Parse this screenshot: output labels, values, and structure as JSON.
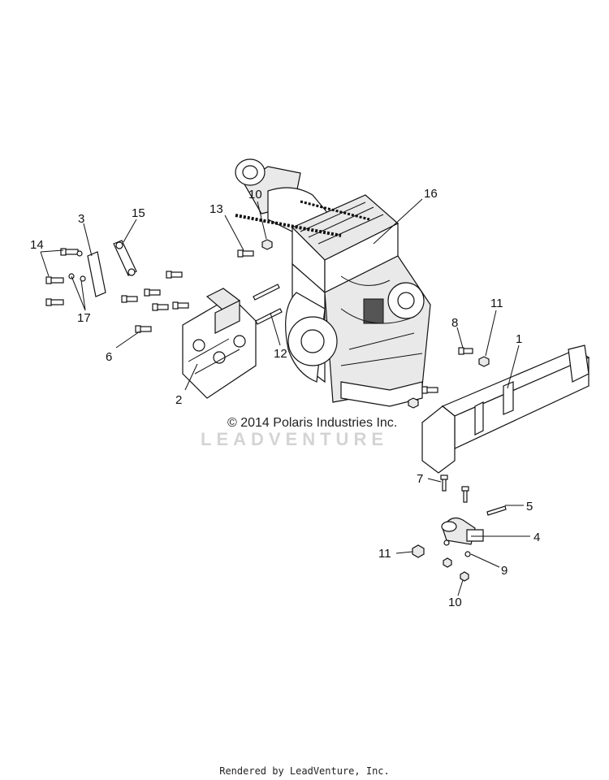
{
  "copyright": "© 2014 Polaris Industries Inc.",
  "watermark": "LEADVENTURE",
  "footer": "Rendered by LeadVenture, Inc.",
  "callouts": {
    "c1": "1",
    "c2": "2",
    "c3": "3",
    "c4": "4",
    "c5": "5",
    "c6": "6",
    "c7": "7",
    "c8": "8",
    "c9": "9",
    "c10a": "10",
    "c10b": "10",
    "c11a": "11",
    "c11b": "11",
    "c12": "12",
    "c13": "13",
    "c14": "14",
    "c15": "15",
    "c16": "16",
    "c17": "17"
  }
}
